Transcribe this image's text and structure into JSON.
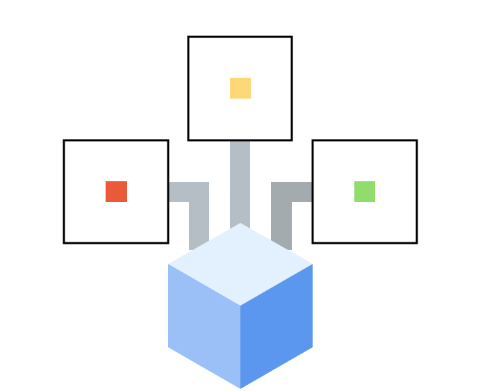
{
  "diagram": {
    "nodes": [
      {
        "id": "left",
        "marker_color": "#EA5A3A"
      },
      {
        "id": "top",
        "marker_color": "#FDD878"
      },
      {
        "id": "right",
        "marker_color": "#92DC6C"
      }
    ],
    "connector_colors": {
      "left": "#B5BEC5",
      "center": "#B5BEC5",
      "right": "#A3ABAF"
    },
    "box_border_color": "#000000",
    "cube_colors": {
      "top": "#E3F0FD",
      "left": "#9AC0F7",
      "right": "#5C97EF"
    }
  }
}
